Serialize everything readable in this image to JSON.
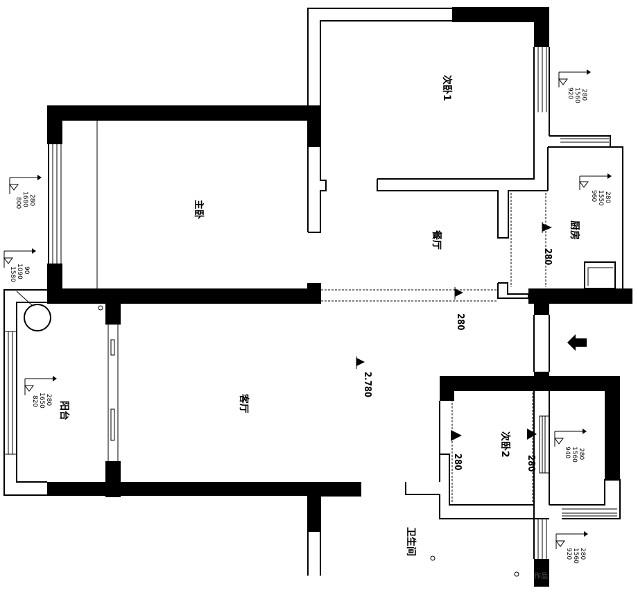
{
  "rooms": {
    "bedroom1": "次卧1",
    "master": "主卧",
    "dining": "餐厅",
    "kitchen": "厨房",
    "living": "客厅",
    "balcony": "阳台",
    "bedroom2": "次卧2",
    "bathroom": "卫生间"
  },
  "ceiling_levels": {
    "dining_kitchen": "280",
    "corridor": "280",
    "living": "2.780",
    "bedroom2_left": "280",
    "bedroom2_right": "280"
  },
  "window_marks": {
    "bedroom1": [
      "280",
      "1560",
      "920"
    ],
    "kitchen": [
      "280",
      "1550",
      "960"
    ],
    "master": [
      "280",
      "1680",
      "800"
    ],
    "balcony_top": [
      "90",
      "1090",
      "1580"
    ],
    "balcony": [
      "280",
      "1650",
      "820"
    ],
    "bedroom2": [
      "280",
      "1560",
      "940"
    ],
    "bathroom": [
      "280",
      "1560",
      "920"
    ]
  },
  "watermark": "作品",
  "icons": {
    "entrance": "entrance-arrow-icon"
  }
}
